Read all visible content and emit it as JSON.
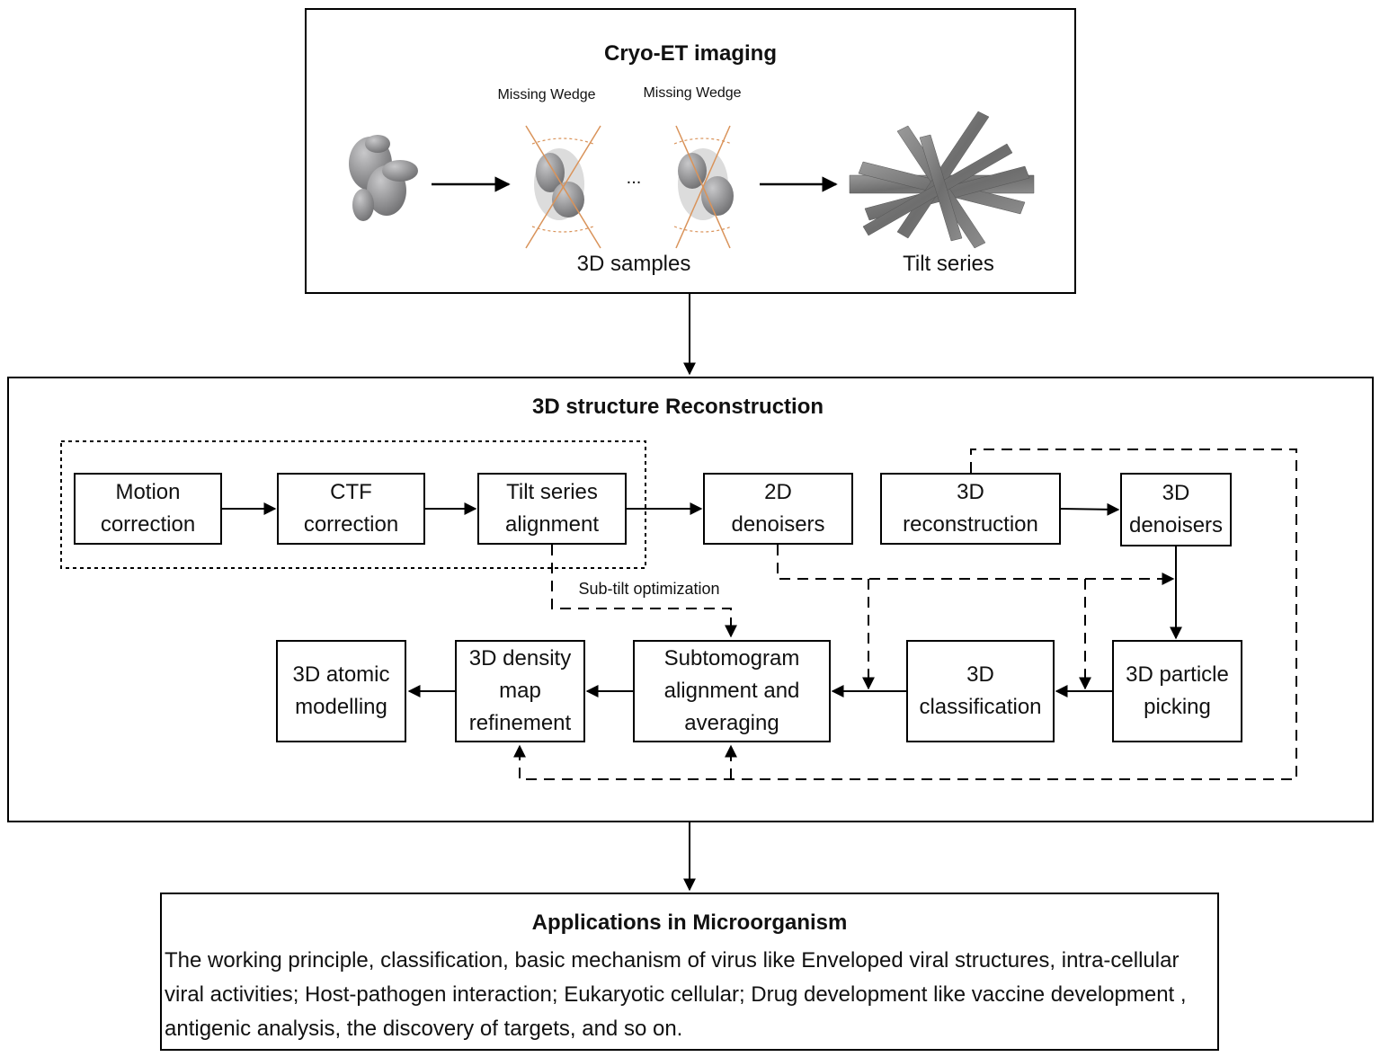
{
  "imaging": {
    "title": "Cryo-ET imaging",
    "missing_wedge_1": "Missing Wedge",
    "missing_wedge_2": "Missing Wedge",
    "ellipsis": "...",
    "samples_label": "3D samples",
    "tilt_label": "Tilt series"
  },
  "reconstruction": {
    "title": "3D structure Reconstruction",
    "boxes": {
      "motion": "Motion\ncorrection",
      "ctf": "CTF\ncorrection",
      "tilt_align": "Tilt series\nalignment",
      "denoise2d": "2D\ndenoisers",
      "recon3d": "3D\nreconstruction",
      "denoise3d": "3D\ndenoisers",
      "picking": "3D particle\npicking",
      "classification": "3D\nclassification",
      "subtomo": "Subtomogram\nalignment and\naveraging",
      "density": "3D density\nmap\nrefinement",
      "atomic": "3D atomic\nmodelling"
    },
    "subtilt_label": "Sub-tilt optimization"
  },
  "applications": {
    "title": "Applications in Microorganism",
    "text": "The working principle, classification, basic mechanism of virus like Enveloped viral structures, intra-cellular viral activities; Host-pathogen interaction; Eukaryotic cellular; Drug development like vaccine development , antigenic analysis, the discovery of targets, and so on."
  },
  "colors": {
    "wedge_line": "#d9935a",
    "blob": "#8a8a8c",
    "slab": "#7b7b7b"
  }
}
